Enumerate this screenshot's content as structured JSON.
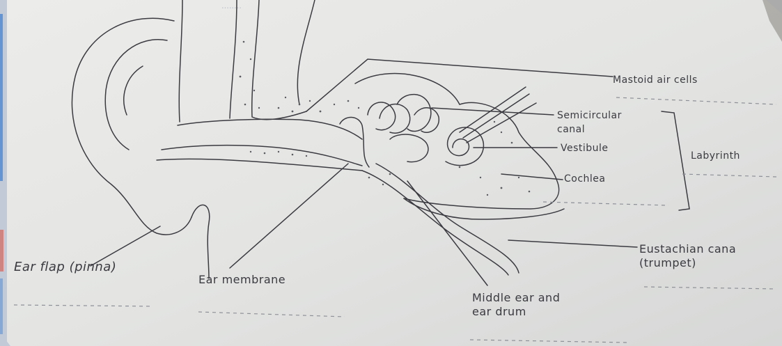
{
  "diagram": {
    "labels": {
      "mastoid": "Mastoid air cells",
      "semicircular": "Semicircular\ncanal",
      "vestibule": "Vestibule",
      "labyrinth": "Labyrinth",
      "cochlea": "Cochlea",
      "eustachian": "Eustachian cana\n(trumpet)",
      "ear_flap": "Ear flap (pinna)",
      "ear_membrane": "Ear membrane",
      "middle_ear": "Middle ear and\near drum"
    }
  },
  "colors": {
    "paper": "#e6e6e2",
    "ink": "#3a3a40",
    "dashes": "#8d8f97",
    "accent_blue": "#3c7fd0",
    "accent_red": "#d94b3a"
  }
}
